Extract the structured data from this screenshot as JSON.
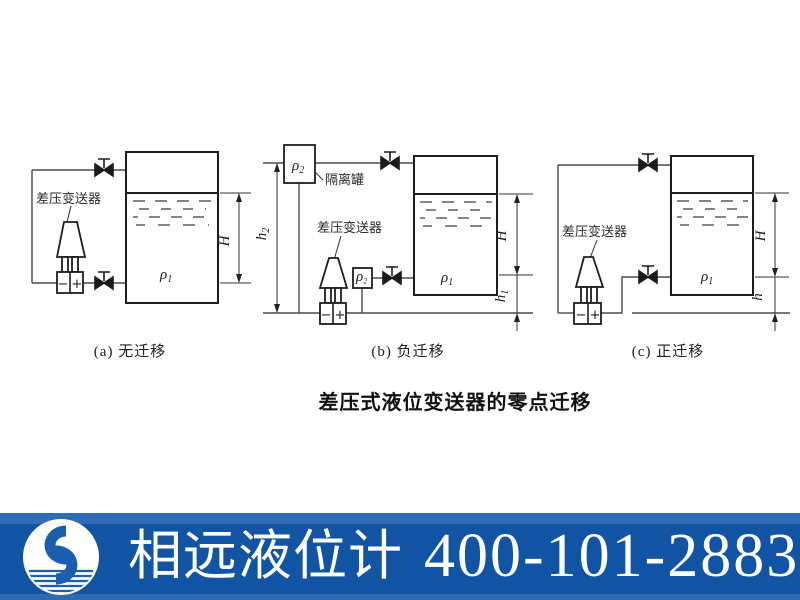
{
  "figure": {
    "title": "差压式液位变送器的零点迁移",
    "diagrams": [
      {
        "id": "a",
        "caption": "(a) 无迁移",
        "transmitter_label": "差压变送器",
        "minus": "−",
        "plus": "+",
        "tank_density": "ρ",
        "tank_density_sub": "1",
        "dim_H": "H"
      },
      {
        "id": "b",
        "caption": "(b) 负迁移",
        "transmitter_label": "差压变送器",
        "isolation_pot_label": "隔离罐",
        "pot_density": "ρ",
        "pot_density_sub": "2",
        "small_pot_density": "ρ",
        "small_pot_density_sub": "2",
        "minus": "−",
        "plus": "+",
        "tank_density": "ρ",
        "tank_density_sub": "1",
        "dim_H": "H",
        "dim_h1": "h",
        "dim_h1_sub": "1",
        "dim_h2": "h",
        "dim_h2_sub": "2"
      },
      {
        "id": "c",
        "caption": "(c) 正迁移",
        "transmitter_label": "差压变送器",
        "minus": "−",
        "plus": "+",
        "tank_density": "ρ",
        "tank_density_sub": "1",
        "dim_H": "H",
        "dim_h": "h"
      }
    ]
  },
  "footer": {
    "brand_name": "相远液位计",
    "hotline": "400-101-2883",
    "logo": "xiangyuan-wave-logo",
    "colors": {
      "banner_main": "#1254a4",
      "banner_top_strip": "#2e6cb4",
      "banner_bottom_strip": "#2f6ab1",
      "text": "#ffffff",
      "logo_blue": "#1a5fae"
    }
  }
}
